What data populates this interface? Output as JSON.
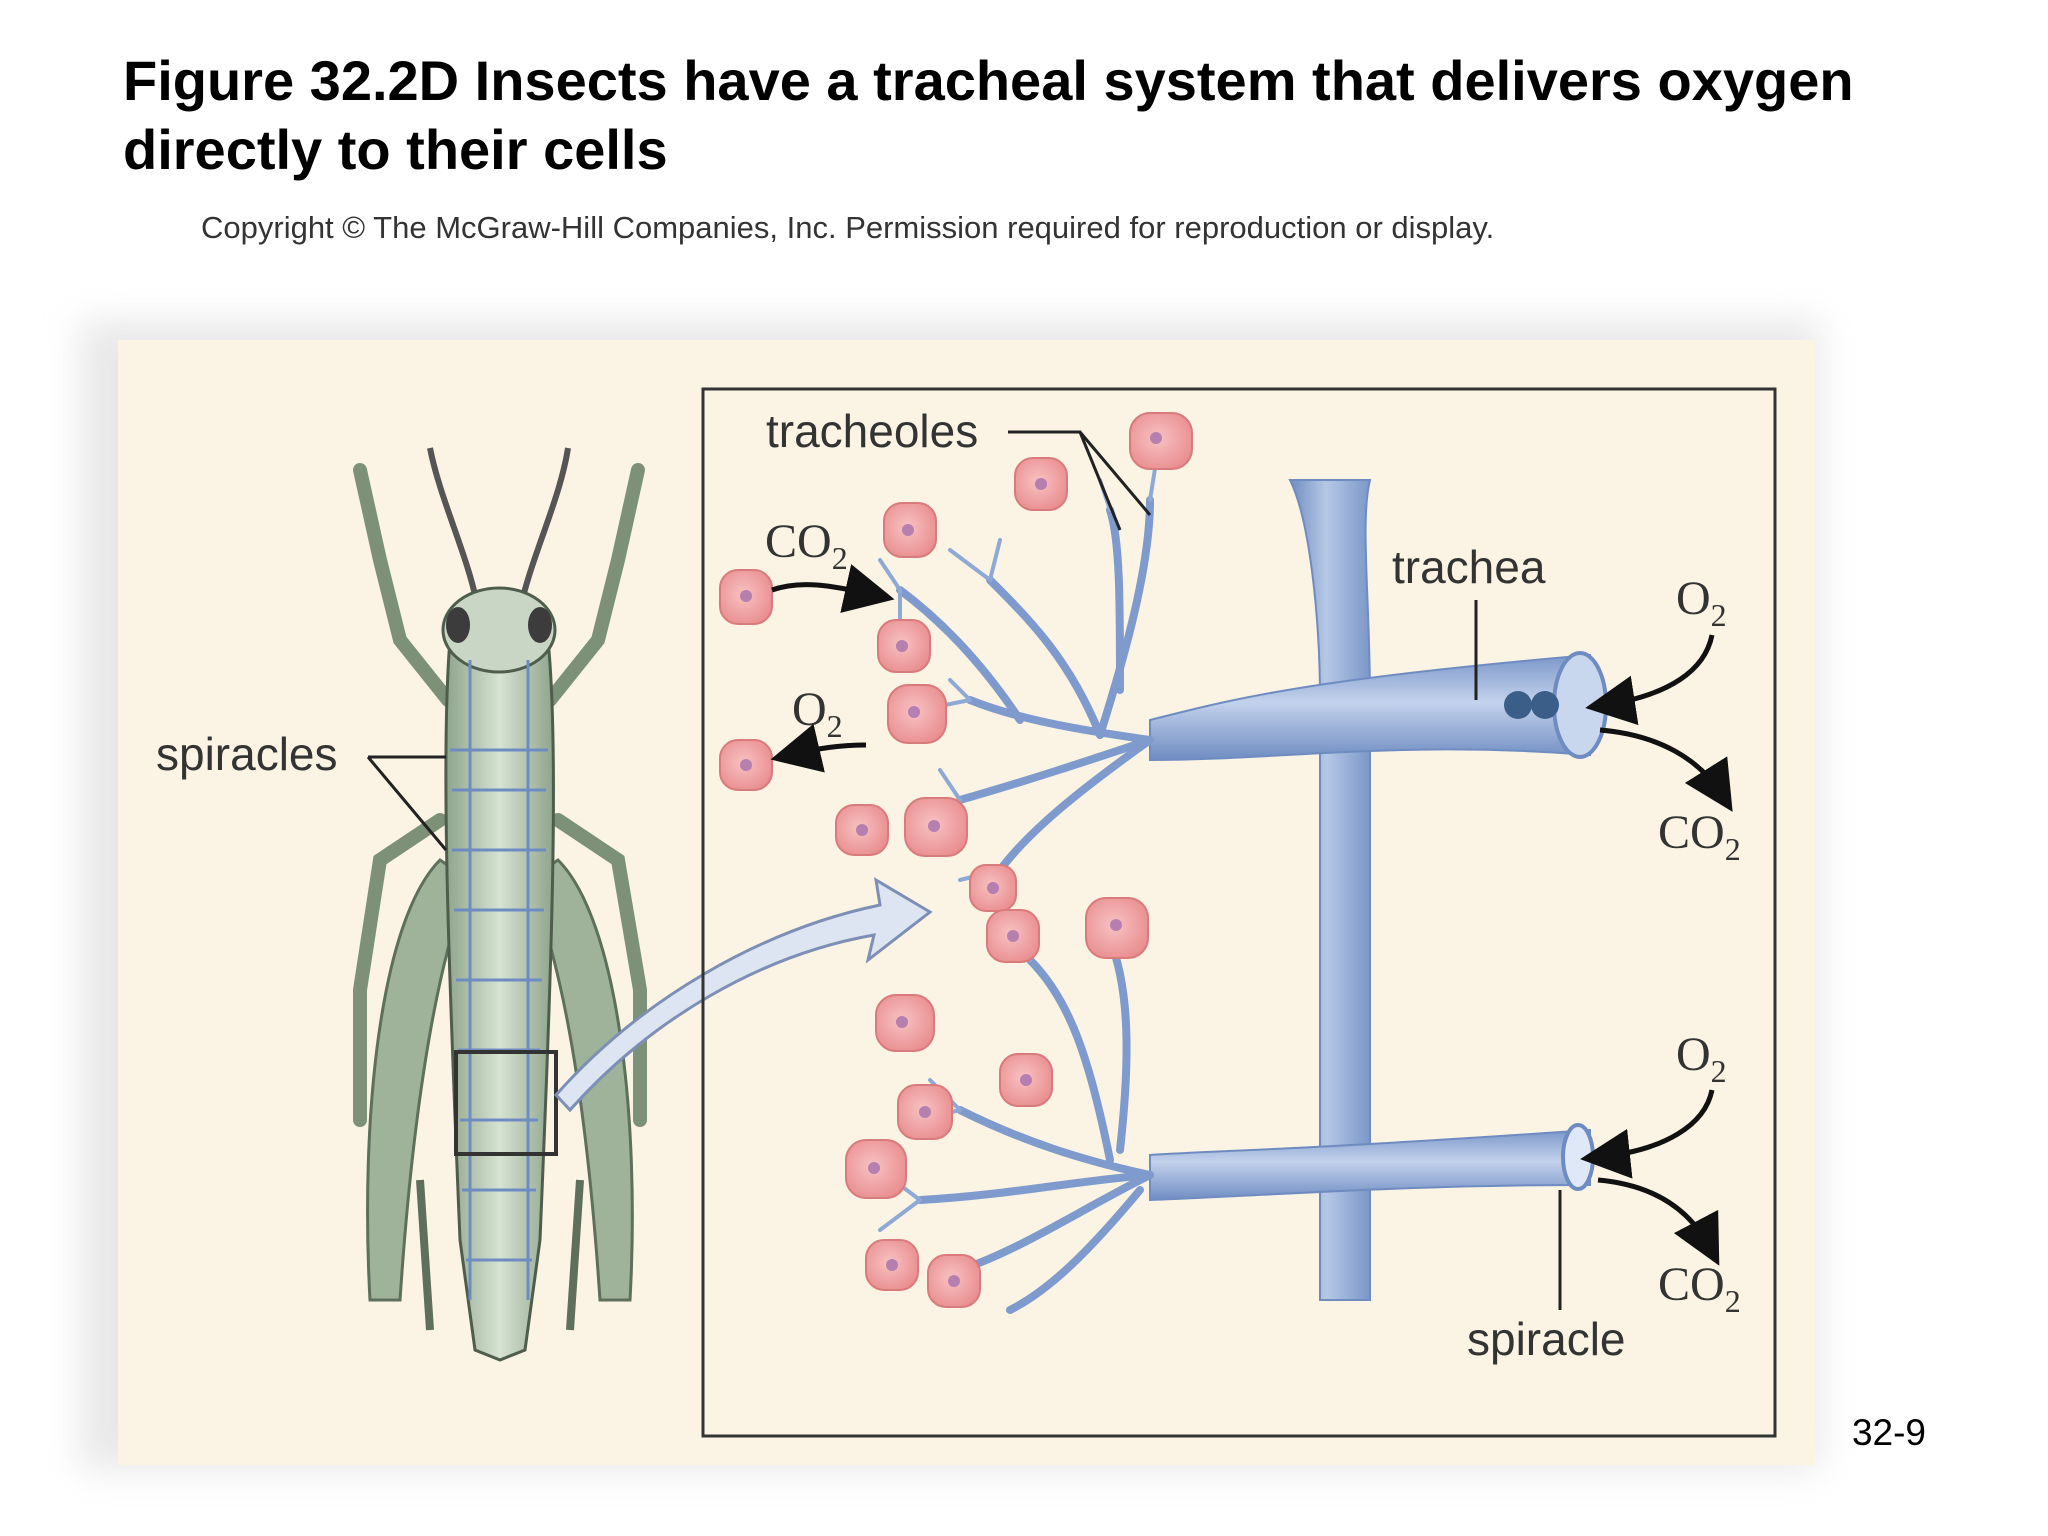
{
  "figure": {
    "title": "Figure 32.2D Insects have a tracheal system that delivers oxygen directly to their cells",
    "copyright": "Copyright © The McGraw-Hill Companies, Inc. Permission required for reproduction or display.",
    "page_number": "32-9"
  },
  "labels": {
    "spiracles": "spiracles",
    "tracheoles": "tracheoles",
    "trachea": "trachea",
    "spiracle": "spiracle",
    "co2_base": "CO",
    "o2_base": "O",
    "subscript_2": "2"
  },
  "colors": {
    "panel_bg": "#fbf4e4",
    "trachea_blue": "#8ea8d4",
    "trachea_dark": "#6f8cc2",
    "cell_pink": "#f2a7a7",
    "cell_nucleus": "#b57fb0",
    "insect_green": "#b9c9b4"
  }
}
